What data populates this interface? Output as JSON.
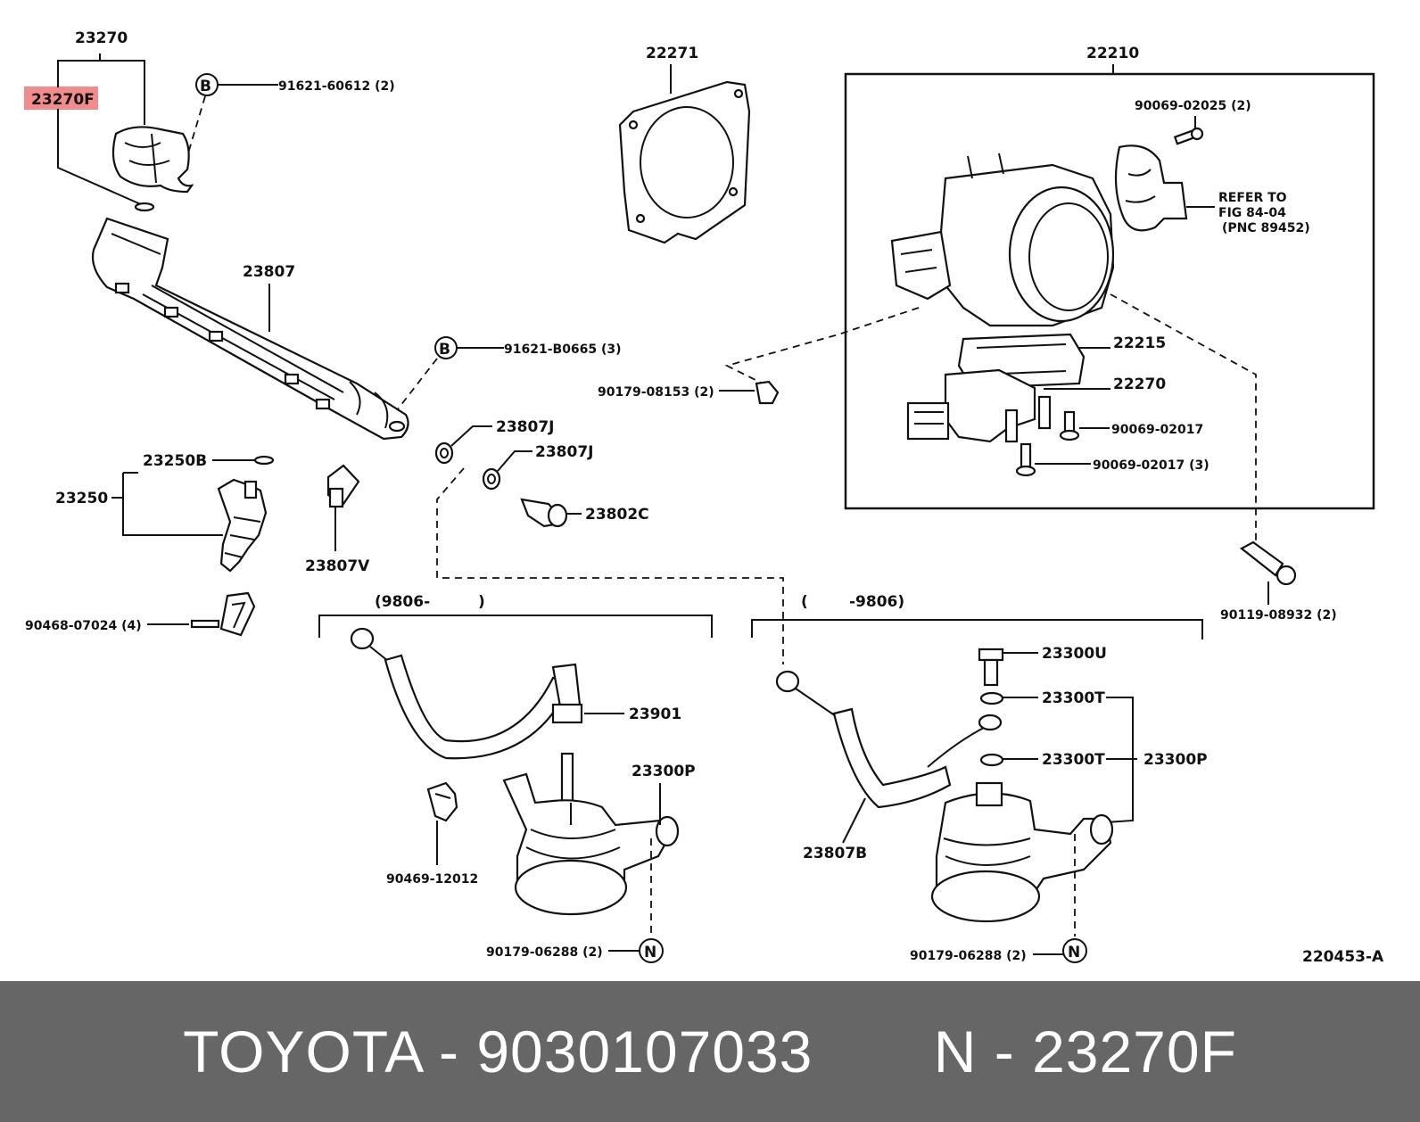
{
  "labels": {
    "p23270": "23270",
    "p23270F": "23270F",
    "p91621_60612": "91621-60612 (2)",
    "p22271": "22271",
    "p22210": "22210",
    "p90069_02025": "90069-02025 (2)",
    "refer1": "REFER TO",
    "refer2": "FIG 84-04",
    "refer3": "(PNC 89452)",
    "p23807": "23807",
    "p91621_B0665": "91621-B0665 (3)",
    "p22215": "22215",
    "p90179_08153": "90179-08153 (2)",
    "p22270": "22270",
    "p90069_02017a": "90069-02017",
    "p90069_02017b": "90069-02017 (3)",
    "p23807J_1": "23807J",
    "p23807J_2": "23807J",
    "p23250B": "23250B",
    "p23250": "23250",
    "p23802C": "23802C",
    "p23807V": "23807V",
    "p90119_08932": "90119-08932 (2)",
    "p9806a": "(9806-",
    "p9806a_close": ")",
    "p9806b_open": "(",
    "p9806b": "-9806)",
    "p90468_07024": "90468-07024 (4)",
    "p23300U": "23300U",
    "p23300T_1": "23300T",
    "p23901": "23901",
    "p23300T_2": "23300T",
    "p23300P_r": "23300P",
    "p23300P_l": "23300P",
    "p90469_12012": "90469-12012",
    "p23807B": "23807B",
    "p90179_06288a": "90179-06288 (2)",
    "p90179_06288b": "90179-06288 (2)",
    "p220453A": "220453-A"
  },
  "callouts": {
    "B": "B",
    "N": "N"
  },
  "highlight": {
    "part": "23270F",
    "color": "#f28b8b"
  },
  "footer": {
    "text": "TOYOTA - 9030107033       N - 23270F",
    "background": "#666666"
  }
}
